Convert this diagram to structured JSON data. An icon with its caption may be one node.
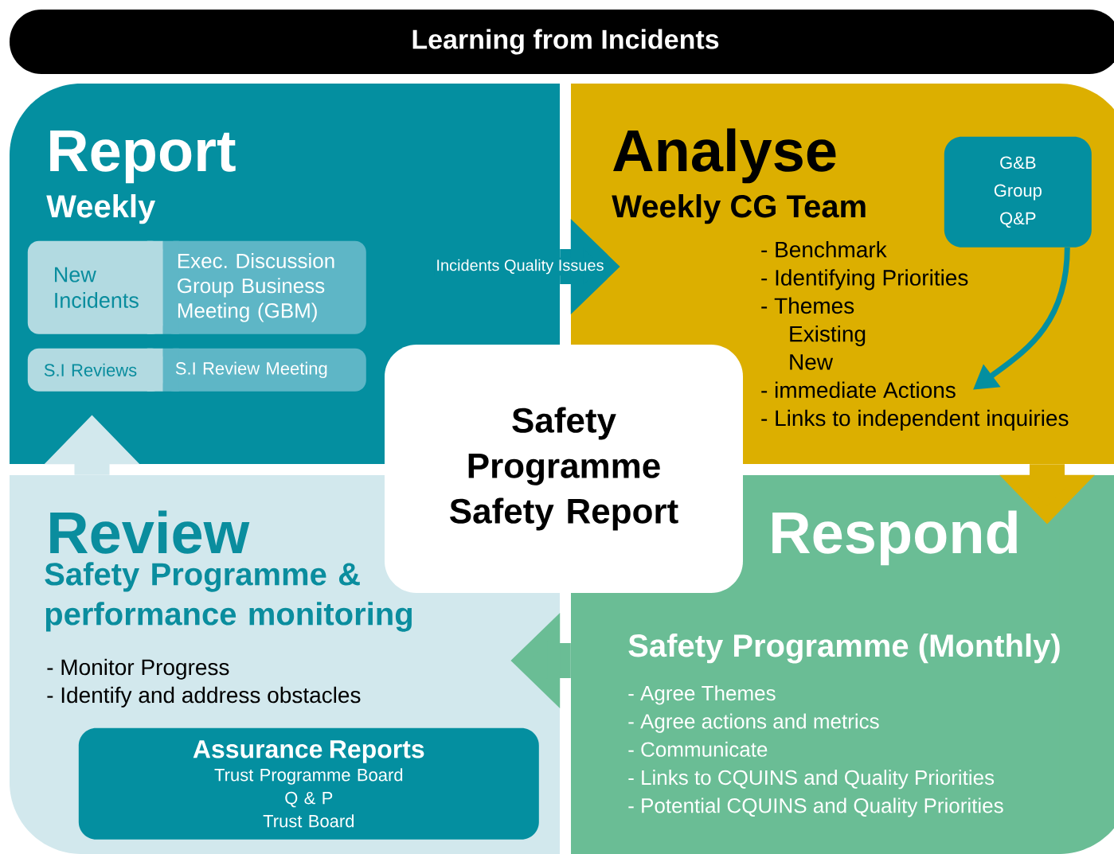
{
  "diagram": {
    "nodes": [
      {
        "text": [
          "Learning from Incidents"
        ]
      },
      {
        "text": [
          "Report",
          "Weekly"
        ]
      },
      {
        "text": [
          "New Incidents"
        ],
        "in": 1
      },
      {
        "text": [
          "Exec. Discussion Group Business Meeting (GBM)"
        ],
        "in": 1
      },
      {
        "text": [
          "S.I Reviews"
        ],
        "in": 1
      },
      {
        "text": [
          "S.I Review Meeting"
        ],
        "in": 1
      },
      {
        "text": [
          "Analyse",
          "Weekly CG Team"
        ]
      },
      {
        "text": [
          "G&B Group Q&P"
        ],
        "in": 6
      },
      {
        "text": [
          "- Benchmark",
          "- Identifying Priorities",
          "- Themes",
          "Existing",
          "New",
          "- immediate Actions",
          "- Links to independent inquiries"
        ],
        "in": 6
      },
      {
        "text": [
          "Respond",
          "Safety Programme (Monthly)",
          "- Agree Themes",
          "- Agree actions and metrics",
          "- Communicate",
          "- Links to CQUINS and Quality Priorities",
          "- Potential CQUINS and Quality Priorities"
        ]
      },
      {
        "text": [
          "Review",
          "Safety Programme & performance monitoring",
          "- Monitor Progress",
          "- Identify and address obstacles"
        ]
      },
      {
        "text": [
          "Assurance Reports",
          "Trust Programme Board",
          "Q & P",
          "Trust Board"
        ],
        "in": 10
      },
      {
        "text": [
          "Safety Programme Safety Report"
        ]
      }
    ],
    "edges": [
      {
        "from": 1,
        "to": 6,
        "arrow": "to",
        "label": "Incidents Quality Issues",
        "color": "#048fa0"
      },
      {
        "from": 6,
        "to": 9,
        "arrow": "to",
        "color": "#dcaf00"
      },
      {
        "from": 9,
        "to": 10,
        "arrow": "to",
        "color": "#6abd95"
      },
      {
        "from": 10,
        "to": 1,
        "arrow": "to",
        "color": "#d2e8ed"
      },
      {
        "from": 7,
        "to": 8,
        "arrow": "to",
        "color": "#048fa0"
      }
    ]
  }
}
